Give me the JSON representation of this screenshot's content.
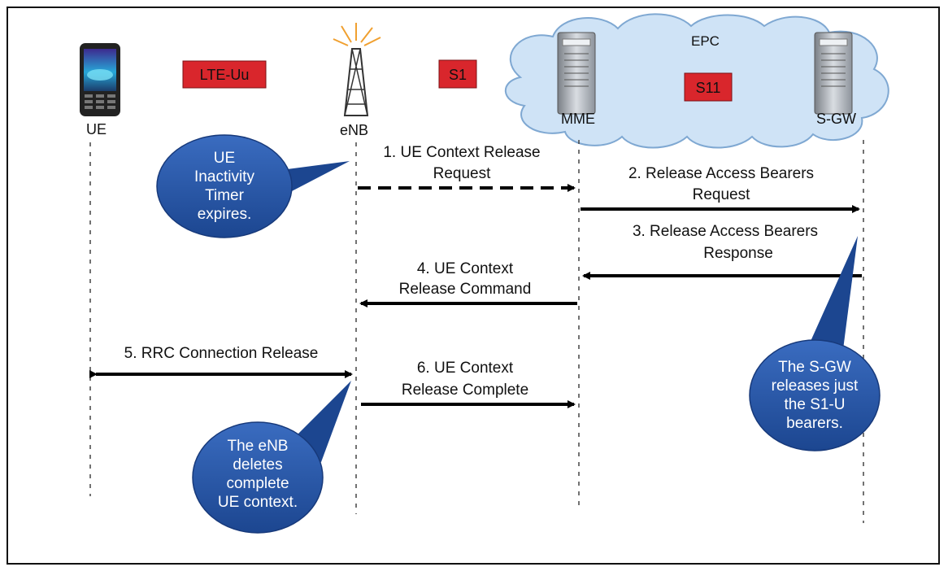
{
  "entities": {
    "ue": "UE",
    "enb": "eNB",
    "mme": "MME",
    "sgw": "S-GW",
    "epc": "EPC"
  },
  "interfaces": {
    "lte_uu": "LTE-Uu",
    "s1": "S1",
    "s11": "S11"
  },
  "messages": {
    "m1_line1": "1. UE Context Release",
    "m1_line2": "Request",
    "m2_line1": "2. Release Access Bearers",
    "m2_line2": "Request",
    "m3_line1": "3. Release Access Bearers",
    "m3_line2": "Response",
    "m4_line1": "4. UE Context",
    "m4_line2": "Release Command",
    "m5_line1": "5. RRC Connection Release",
    "m6_line1": "6. UE Context",
    "m6_line2": "Release Complete"
  },
  "callouts": {
    "enb_timer": [
      "UE",
      "Inactivity",
      "Timer",
      "expires."
    ],
    "sgw_release": [
      "The S-GW",
      "releases just",
      "the S1-U",
      "bearers."
    ],
    "enb_delete": [
      "The eNB",
      "deletes",
      "complete",
      "UE context."
    ]
  },
  "colors": {
    "interface_tag": "#d9262c",
    "cloud": "#cfe3f6",
    "bubble": "#1f4e9c"
  }
}
